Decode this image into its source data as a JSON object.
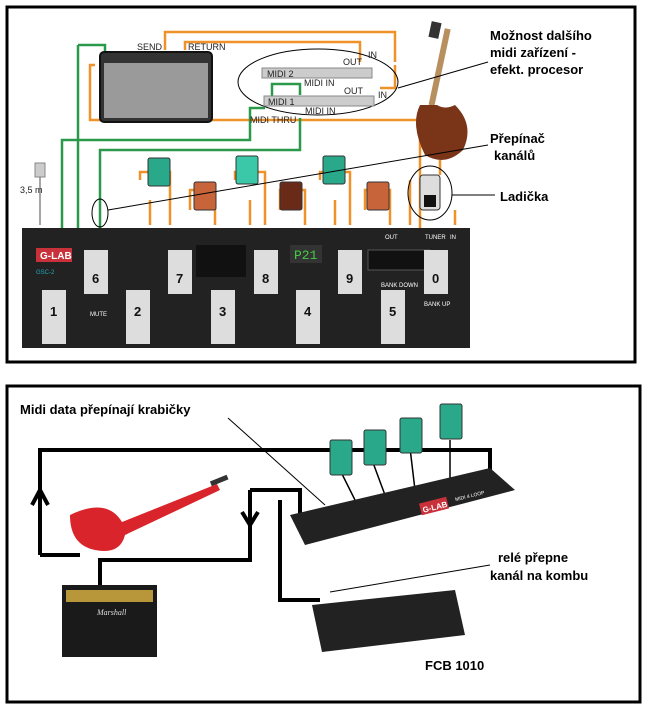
{
  "top_panel": {
    "amp": {
      "send": "SEND",
      "return": "RETURN"
    },
    "midi_devices": [
      {
        "name": "MIDI 2",
        "in": "MIDI IN",
        "out": "OUT",
        "input": "IN"
      },
      {
        "name": "MIDI 1",
        "in": "MIDI IN",
        "out": "OUT",
        "input": "IN",
        "thru": "MIDI THRU"
      }
    ],
    "cable_length": "3,5 m",
    "annotations": {
      "midi_device": [
        "Možnost dalšího",
        "midi zařízení -",
        "efekt. procesor"
      ],
      "channel_switch": [
        "Přepínač",
        "kanálů"
      ],
      "tuner": "Ladička"
    },
    "controller": {
      "brand": "G-LAB",
      "model": "GSC-2",
      "display": "P21",
      "mute": "MUTE",
      "bank_down": "BANK DOWN",
      "bank_up": "BANK UP",
      "top_switches": [
        "6",
        "7",
        "8",
        "9",
        "0"
      ],
      "bottom_switches": [
        "1",
        "2",
        "3",
        "4",
        "5"
      ],
      "jacks": [
        "OUT",
        "TUNER",
        "IN"
      ]
    },
    "colors": {
      "audio_cable": "#f0922a",
      "midi_cable": "#2a9a4a",
      "pedal_green": "#2aa88a",
      "pedal_orange": "#c8643a"
    }
  },
  "bottom_panel": {
    "annotations": {
      "midi_data": "Midi data přepínají krabičky",
      "relay": [
        "relé přepne",
        "kanál na kombu"
      ],
      "foot_controller": "FCB 1010"
    },
    "loop_brand": "G-LAB",
    "loop_model": "MIDI 4 LOOP",
    "amp_brand": "Marshall"
  }
}
